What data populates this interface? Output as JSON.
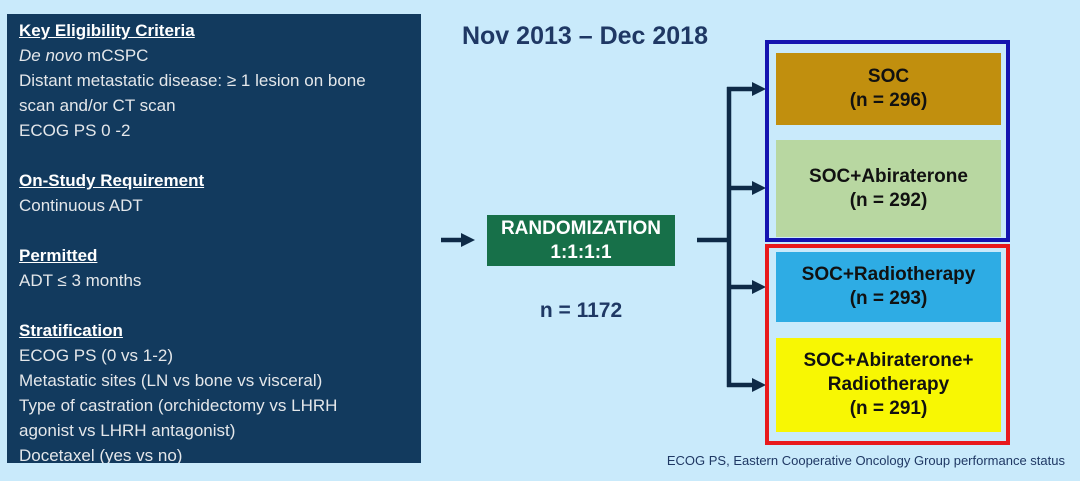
{
  "colors": {
    "background": "#c9eafb",
    "panel": "#123a5e",
    "panel_heading_text": "#ffffff",
    "panel_body_text": "#e4e7ea",
    "title_text": "#1f3864",
    "randomization_box": "#177049",
    "randomization_text": "#ffffff",
    "group1_border": "#1414b0",
    "group2_border": "#e8191c",
    "arm_soc": "#c18f0e",
    "arm_soc_abiraterone": "#b8d7a1",
    "arm_soc_radiotherapy": "#2eace4",
    "arm_soc_abiraterone_radiotherapy": "#f8f703",
    "arm_text": "#111111",
    "connector": "#0e2a47"
  },
  "left_panel": {
    "sections": [
      {
        "heading": "Key Eligibility Criteria",
        "line_italic": "De novo",
        "line_italic_rest": " mCSPC",
        "lines": [
          "Distant metastatic disease: ≥ 1 lesion on bone",
          "scan and/or CT scan",
          "ECOG PS 0 -2"
        ]
      },
      {
        "heading": "On-Study Requirement",
        "lines": [
          "Continuous ADT"
        ]
      },
      {
        "heading": "Permitted",
        "lines": [
          "ADT ≤ 3 months"
        ]
      },
      {
        "heading": "Stratification",
        "lines": [
          "ECOG PS (0 vs 1-2)",
          "Metastatic sites (LN vs bone vs visceral)",
          "Type of castration (orchidectomy vs LHRH",
          "agonist vs LHRH antagonist)",
          "Docetaxel (yes vs no)"
        ]
      }
    ]
  },
  "flow": {
    "period": "Nov 2013 – Dec 2018",
    "randomization_line1": "RANDOMIZATION",
    "randomization_line2": "1:1:1:1",
    "total_n": "n = 1172"
  },
  "arms": [
    {
      "line1": "SOC",
      "line2": "(n = 296)",
      "color": "#c18f0e"
    },
    {
      "line1": "SOC+Abiraterone",
      "line2": "(n = 292)",
      "color": "#b8d7a1"
    },
    {
      "line1": "SOC+Radiotherapy",
      "line2": "(n = 293)",
      "color": "#2eace4"
    },
    {
      "line1": "SOC+Abiraterone+",
      "line2": "Radiotherapy",
      "line3": "(n = 291)",
      "color": "#f8f703"
    }
  ],
  "footnote": "ECOG PS, Eastern Cooperative Oncology Group performance status"
}
